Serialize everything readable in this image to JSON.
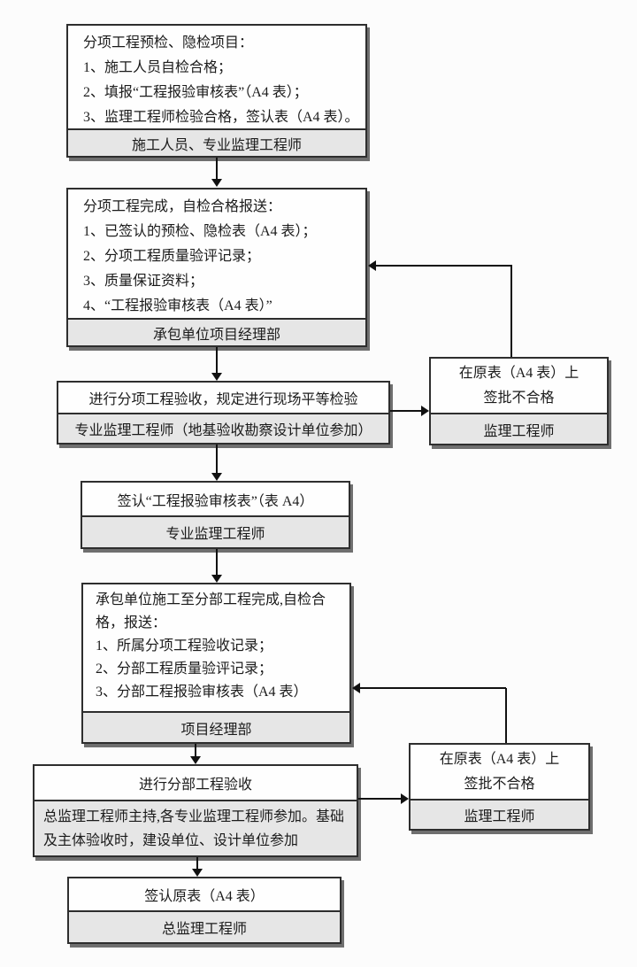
{
  "colors": {
    "background": "#fcfcfc",
    "box_border": "#2e2e2e",
    "footer_fill": "#e6e6e6",
    "shadow": "#6f6f6f",
    "line": "#111111",
    "text": "#1b1b1b"
  },
  "flow": {
    "step1": {
      "lines": [
        "分项工程预检、隐检项目：",
        "1、施工人员自检合格；",
        "2、填报“工程报验审核表”（A4 表）；",
        "3、监理工程师检验合格，签认表（A4 表）。"
      ],
      "footer": "施工人员、专业监理工程师"
    },
    "step2": {
      "lines": [
        "分项工程完成，自检合格报送：",
        "1、已签认的预检、隐检表（A4 表）；",
        "2、分项工程质量验评记录；",
        "3、质量保证资料；",
        "4、“工程报验审核表（A4 表）”"
      ],
      "footer": "承包单位项目经理部"
    },
    "step3": {
      "title": "进行分项工程验收，规定进行现场平等检验",
      "footer": "专业监理工程师（地基验收勘察设计单位参加）"
    },
    "step4": {
      "title": "签认“工程报验审核表”（表 A4）",
      "footer": "专业监理工程师"
    },
    "step5": {
      "lines": [
        "承包单位施工至分部工程完成,自检合格，报送：",
        "1、所属分项工程验收记录；",
        "2、分部工程质量验评记录；",
        "3、分部工程报验审核表（A4 表）"
      ],
      "footer": "项目经理部"
    },
    "step6": {
      "title": "进行分部工程验收",
      "footer": "总监理工程师主持,各专业监理工程师参加。基础及主体验收时，建设单位、设计单位参加"
    },
    "step7": {
      "title": "签认原表（A4 表）",
      "footer": "总监理工程师"
    },
    "reject1": {
      "line1": "在原表（A4 表）上",
      "line2": "签批不合格",
      "footer": "监理工程师"
    },
    "reject2": {
      "line1": "在原表（A4 表）上",
      "line2": "签批不合格",
      "footer": "监理工程师"
    }
  }
}
